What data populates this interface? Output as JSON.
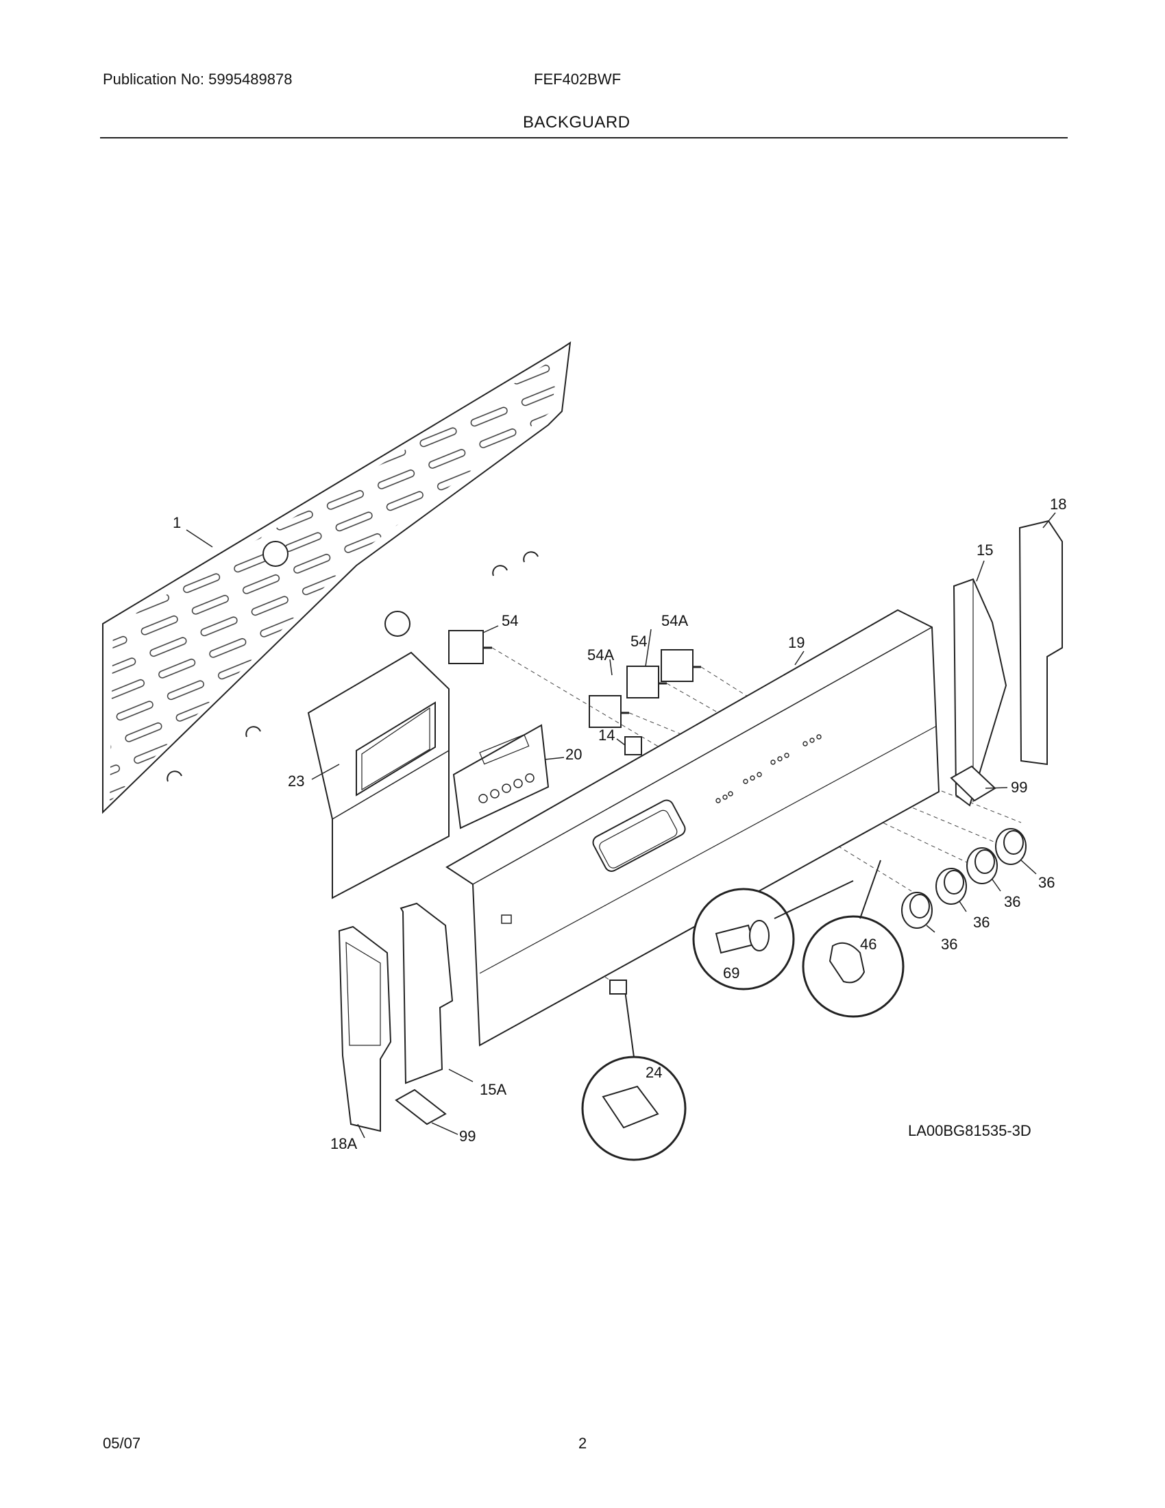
{
  "header": {
    "publication": "Publication No: 5995489878",
    "model": "FEF402BWF",
    "section_title": "BACKGUARD"
  },
  "footer": {
    "date": "05/07",
    "page": "2"
  },
  "diagram": {
    "drawing_id": "LA00BG81535-3D",
    "callouts": {
      "c1": "1",
      "c18": "18",
      "c15": "15",
      "c54_left": "54",
      "c54_mid": "54",
      "c54A_right": "54A",
      "c54A_left": "54A",
      "c19": "19",
      "c20": "20",
      "c14": "14",
      "c23": "23",
      "c99_right": "99",
      "c36_a": "36",
      "c36_b": "36",
      "c36_c": "36",
      "c36_d": "36",
      "c46": "46",
      "c69": "69",
      "c24": "24",
      "c15A": "15A",
      "c18A": "18A",
      "c99_left": "99"
    }
  }
}
